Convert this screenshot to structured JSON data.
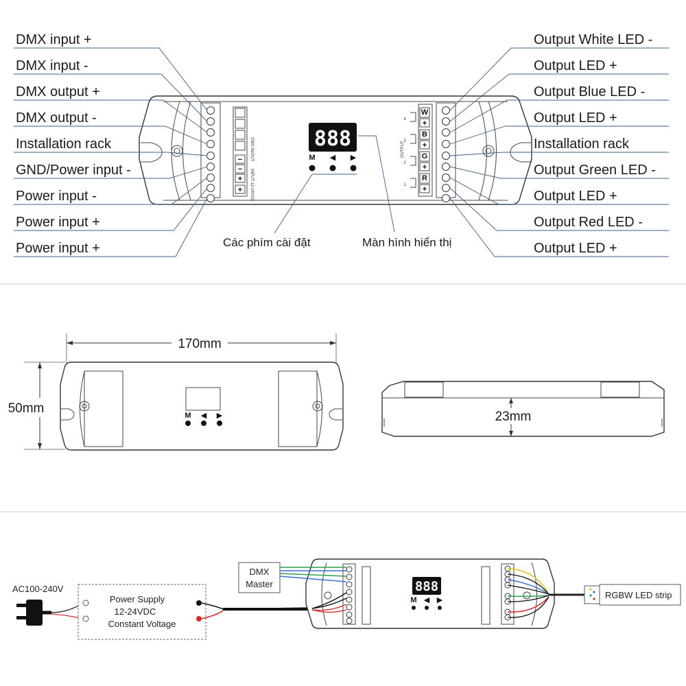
{
  "section1": {
    "left_labels": [
      "DMX input +",
      "DMX input -",
      "DMX output +",
      "DMX output -",
      "Installation rack",
      "GND/Power input -",
      "Power input -",
      "Power input +",
      "Power input +"
    ],
    "right_labels": [
      "Output White LED -",
      "Output LED +",
      "Output Blue LED -",
      "Output LED +",
      "Installation rack",
      "Output Green LED -",
      "Output LED +",
      "Output Red LED -",
      "Output LED +"
    ],
    "display_digits": "888",
    "buttons": [
      "M",
      "◀",
      "▶"
    ],
    "caption_keys": "Các phím cài đặt",
    "caption_display": "Màn hình hiển thị",
    "dmx_terminal_text": "DMX IN/OUT",
    "input_terminal_text": "INPUT 12-24VDC",
    "output_terminal_text": "OUTPUT",
    "channel_numbers": [
      "4",
      "3",
      "2",
      "1"
    ],
    "channel_letters": [
      "W",
      "B",
      "G",
      "R"
    ]
  },
  "section2": {
    "width_label": "170mm",
    "height_label": "50mm",
    "depth_label": "23mm",
    "buttons": [
      "M",
      "◀",
      "▶"
    ]
  },
  "section3": {
    "ac_label": "AC100-240V",
    "psu_lines": [
      "Power Supply",
      "12-24VDC",
      "Constant Voltage"
    ],
    "dmx_master": [
      "DMX",
      "Master"
    ],
    "strip_label": "RGBW LED strip",
    "display_digits": "888",
    "buttons": [
      "M",
      "◀",
      "▶"
    ]
  },
  "colors": {
    "leader": "#3d5f86",
    "wire_green": "#2e9e4f",
    "wire_blue": "#3b6fd1",
    "wire_red": "#d42a2a",
    "wire_yellow": "#e6c019",
    "wire_black": "#111111"
  }
}
